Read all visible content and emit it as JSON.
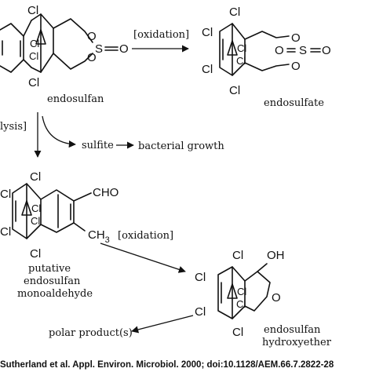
{
  "compounds": {
    "endosulfan": {
      "name": "endosulfan",
      "atoms": {
        "cl": "Cl",
        "s": "S",
        "o": "O"
      }
    },
    "endosulfate": {
      "name": "endosulfate",
      "atoms": {
        "cl": "Cl",
        "s": "S",
        "o": "O"
      }
    },
    "monoaldehyde": {
      "name_lines": [
        "putative",
        "endosulfan",
        "monoaldehyde"
      ],
      "atoms": {
        "cl": "Cl",
        "cho": "CHO",
        "ch3": "CH",
        "ch3_sub": "3"
      }
    },
    "hydroxyether": {
      "name_lines": [
        "endosulfan",
        "hydroxyether"
      ],
      "atoms": {
        "cl": "Cl",
        "oh": "OH",
        "o": "O"
      }
    }
  },
  "reactions": {
    "oxidation_1": "[oxidation]",
    "oxidation_2": "[oxidation]",
    "hydrolysis": "lysis]",
    "sulfite": "sulfite",
    "bacterial_growth": "bacterial growth",
    "polar_products": "polar product(s)"
  },
  "citation": "Sutherland et al. Appl. Environ. Microbiol. 2000; doi:10.1128/AEM.66.7.2822-28"
}
